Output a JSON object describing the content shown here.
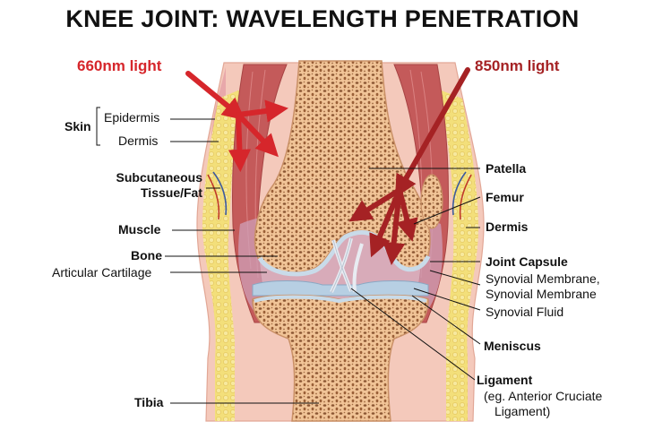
{
  "title": "KNEE JOINT: WAVELENGTH PENETRATION",
  "lights": {
    "left": {
      "label": "660nm light",
      "color": "#d6262b"
    },
    "right": {
      "label": "850nm light",
      "color": "#a52224"
    }
  },
  "labels_left": {
    "skin": "Skin",
    "epidermis": "Epidermis",
    "dermis": "Dermis",
    "subcutaneous_1": "Subcutaneous",
    "subcutaneous_2": "Tissue/Fat",
    "muscle": "Muscle",
    "bone": "Bone",
    "articular_cartilage": "Articular Cartilage",
    "tibia": "Tibia"
  },
  "labels_right": {
    "patella": "Patella",
    "femur": "Femur",
    "dermis": "Dermis",
    "joint_capsule": "Joint Capsule",
    "synovial_membrane_1": "Synovial Membrane,",
    "synovial_membrane_2": "Synovial Membrane",
    "synovial_fluid": "Synovial Fluid",
    "meniscus": "Meniscus",
    "ligament": "Ligament",
    "ligament_note_1": "(eg. Anterior Cruciate",
    "ligament_note_2": "Ligament)"
  },
  "colors": {
    "bone": "#f1c497",
    "bone_dots": "#8a5532",
    "muscle": "#c45a5a",
    "fat": "#f3df7a",
    "skin": "#f4c9bb",
    "cartilage": "#c9dbe9",
    "capsule": "#cfa0b8"
  }
}
